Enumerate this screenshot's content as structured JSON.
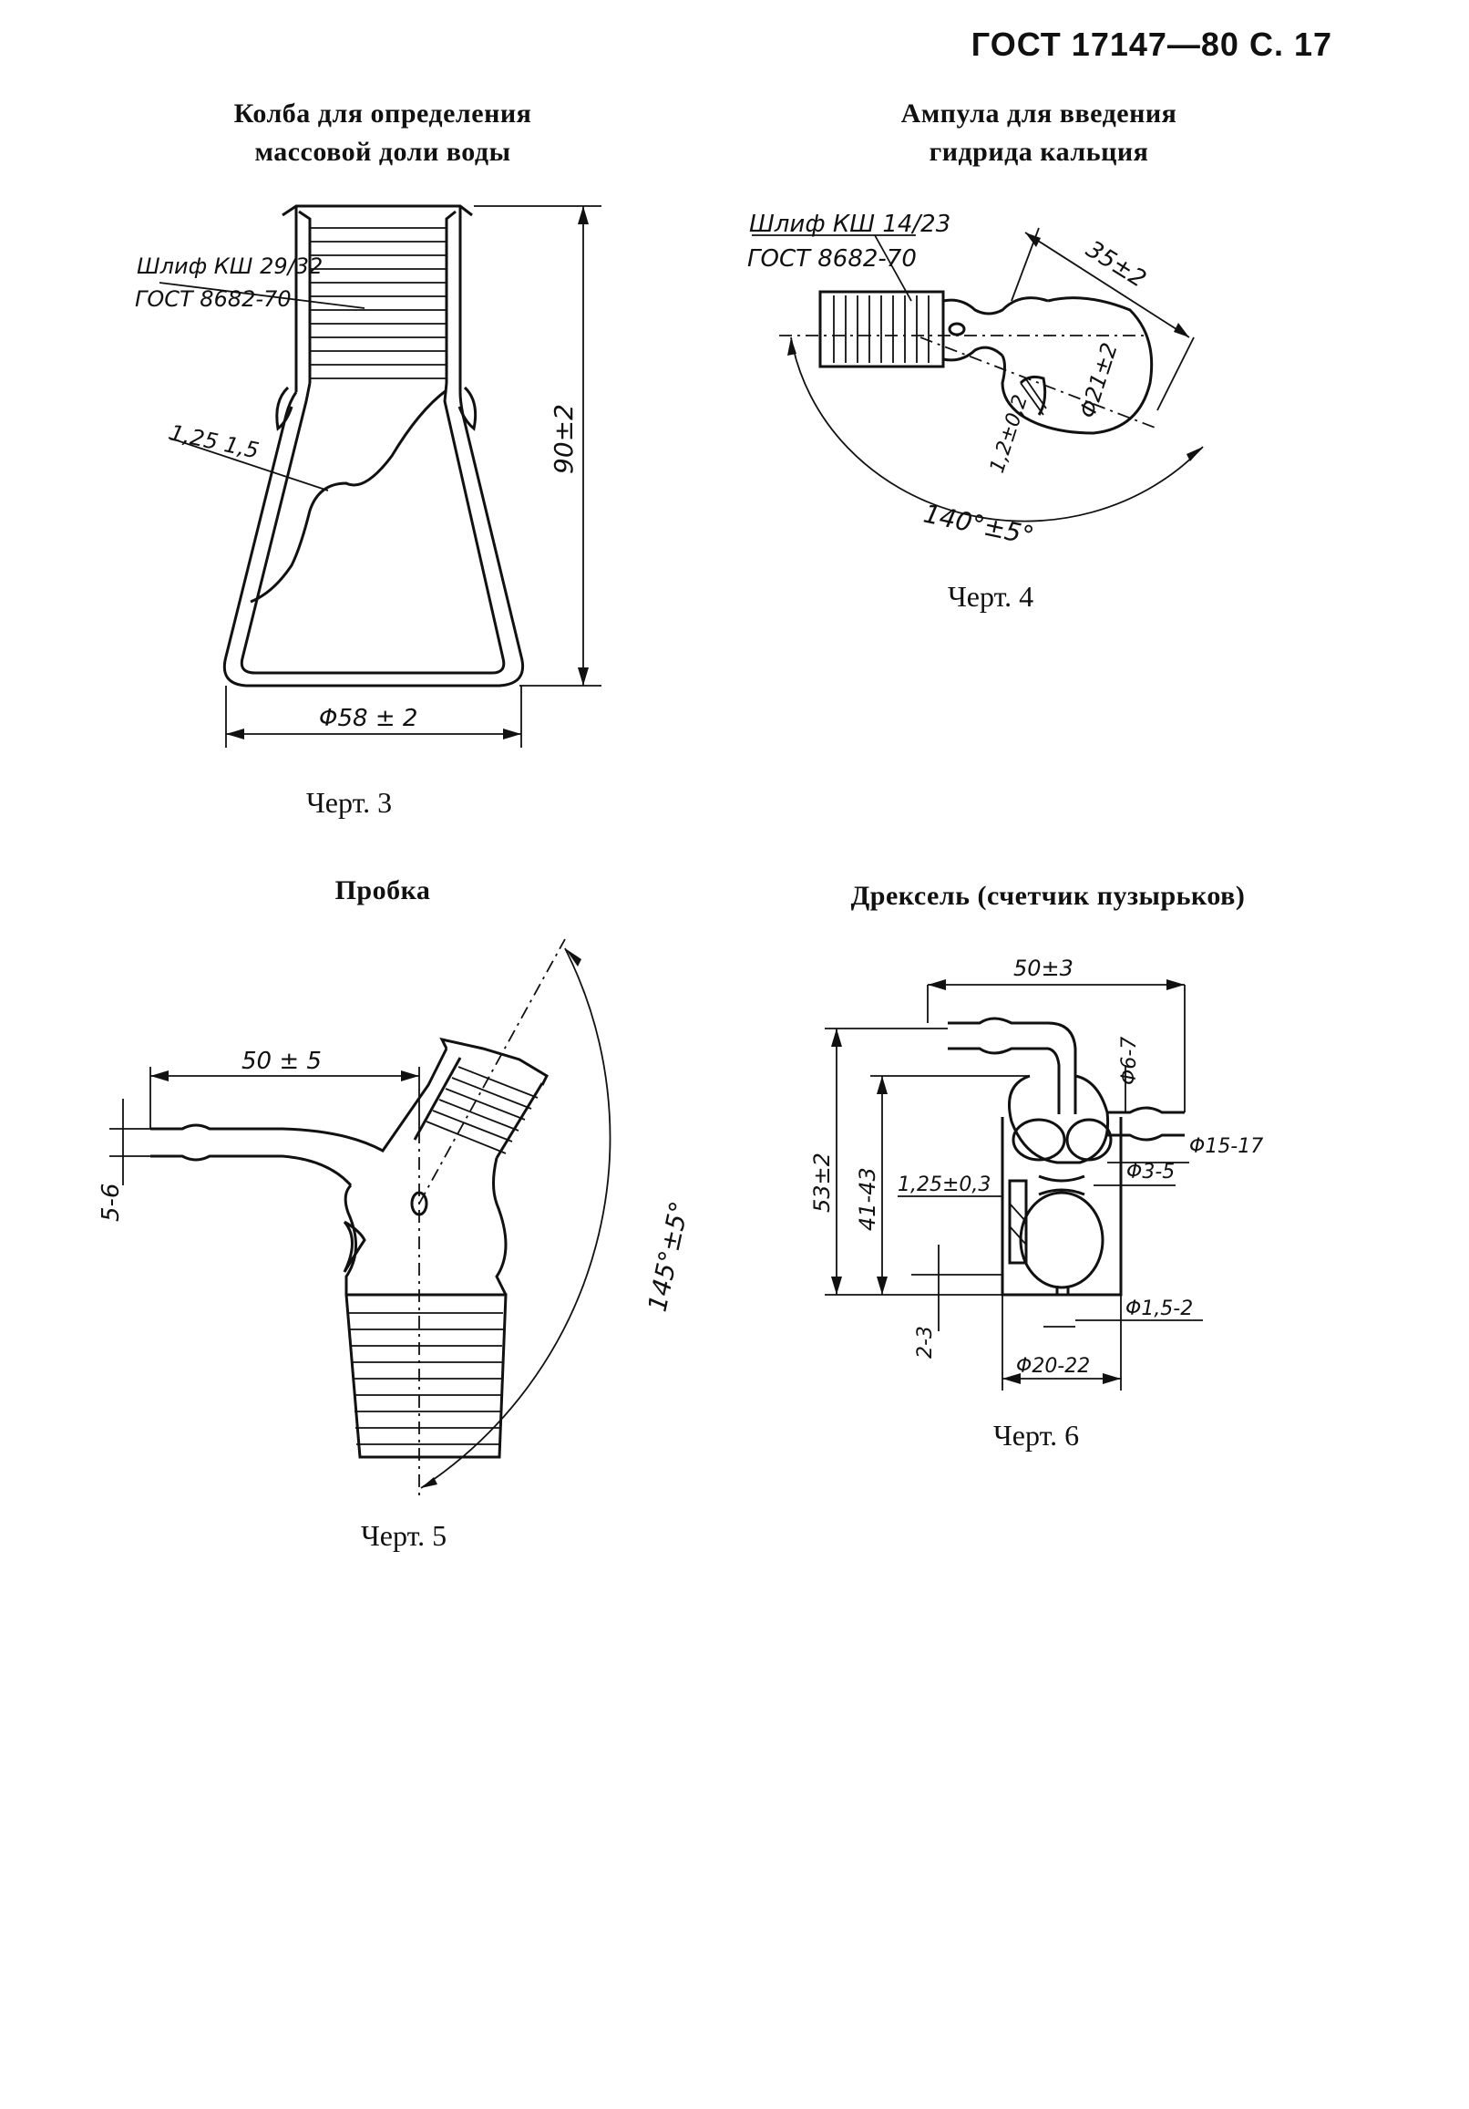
{
  "header": {
    "text": "ГОСТ 17147—80 С. 17"
  },
  "fig3": {
    "title_line1": "Колба для определения",
    "title_line2": "массовой доли воды",
    "caption": "Черт. 3",
    "label_grind": "Шлиф КШ 29/32",
    "label_gost": "ГОСТ 8682-70",
    "label_wall": "1,25 1,5",
    "dim_height": "90±2",
    "dim_diameter": "Φ58 ± 2"
  },
  "fig4": {
    "title_line1": "Ампула для введения",
    "title_line2": "гидрида кальция",
    "caption": "Черт. 4",
    "label_grind": "Шлиф КШ 14/23",
    "label_gost": "ГОСТ 8682-70",
    "dim_length": "35±2",
    "dim_diameter": "Φ21±2",
    "dim_wall": "1,2±0,2",
    "dim_angle": "140°±5°"
  },
  "fig5": {
    "title": "Пробка",
    "caption": "Черт. 5",
    "dim_length": "50 ± 5",
    "dim_tube": "5-6",
    "dim_angle": "145°±5°"
  },
  "fig6": {
    "title": "Дрексель (счетчик пузырьков)",
    "caption": "Черт. 6",
    "dim_width": "50±3",
    "dim_height": "53±2",
    "dim_inner": "41-43",
    "dim_wall": "1,25±0,3",
    "dim_bottom": "2-3",
    "dim_tube": "Φ6-7",
    "dim_bulb": "Φ15-17",
    "dim_neck": "Φ3-5",
    "dim_hole": "Φ1,5-2",
    "dim_body": "Φ20-22"
  }
}
